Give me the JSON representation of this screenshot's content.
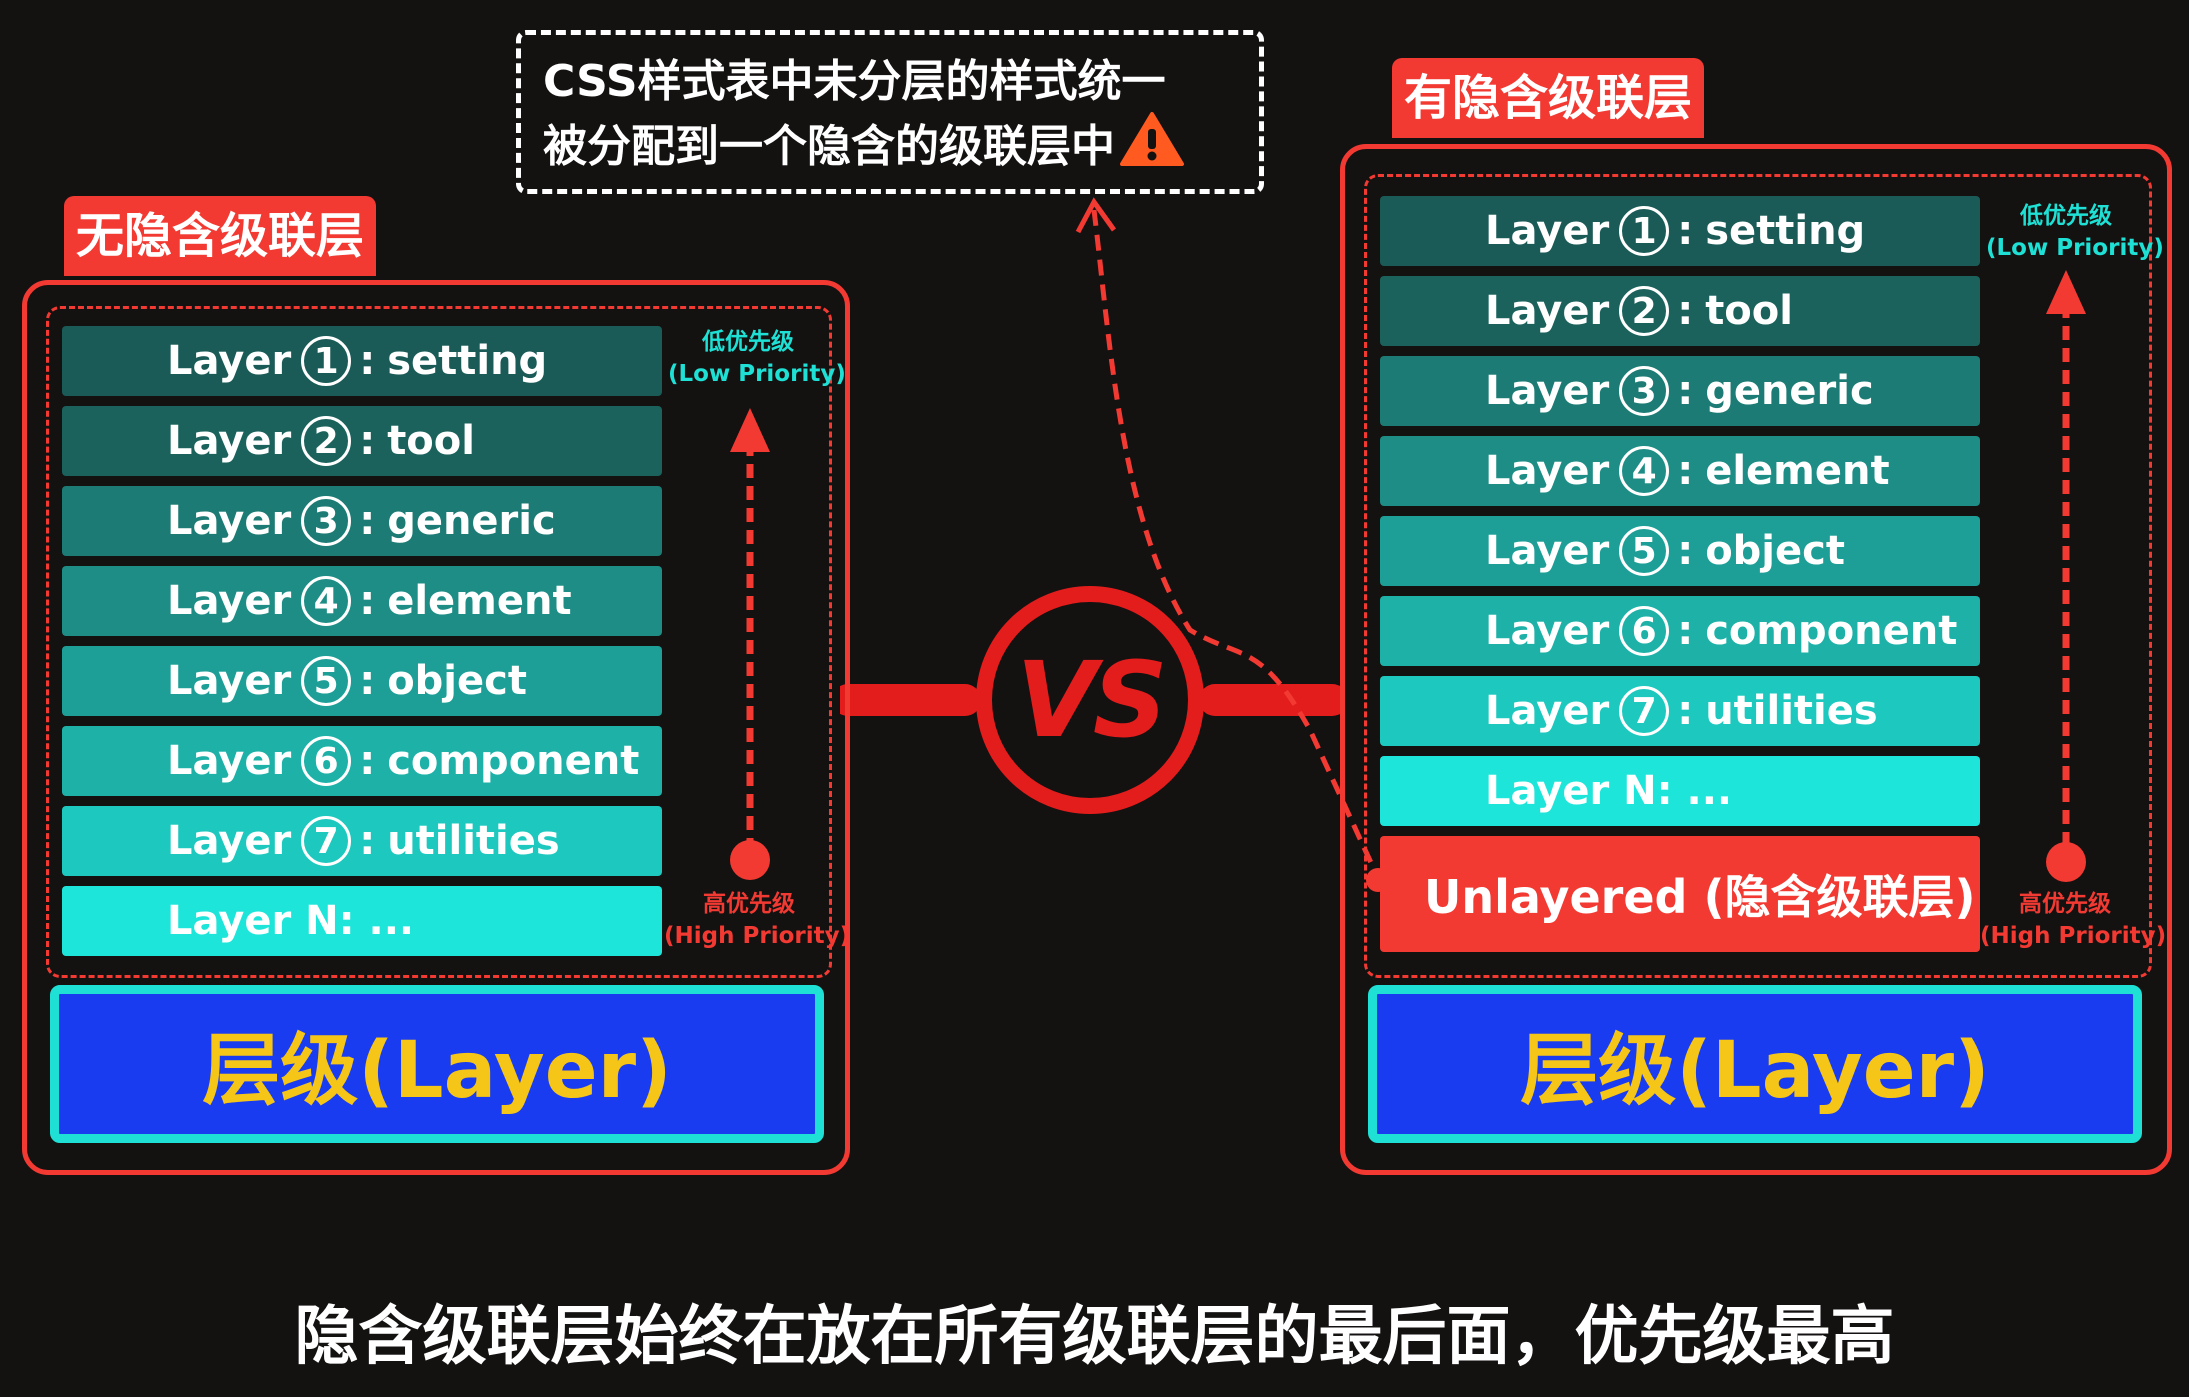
{
  "left": {
    "tag": "无隐含级联层",
    "layers": [
      {
        "prefix": "Layer",
        "num": "1",
        "name": "setting"
      },
      {
        "prefix": "Layer",
        "num": "2",
        "name": "tool"
      },
      {
        "prefix": "Layer",
        "num": "3",
        "name": "generic"
      },
      {
        "prefix": "Layer",
        "num": "4",
        "name": "element"
      },
      {
        "prefix": "Layer",
        "num": "5",
        "name": "object"
      },
      {
        "prefix": "Layer",
        "num": "6",
        "name": "component"
      },
      {
        "prefix": "Layer",
        "num": "7",
        "name": "utilities"
      }
    ],
    "layer_n": "Layer N: ...",
    "base_label": "层级(Layer)"
  },
  "right": {
    "tag": "有隐含级联层",
    "layers": [
      {
        "prefix": "Layer",
        "num": "1",
        "name": "setting"
      },
      {
        "prefix": "Layer",
        "num": "2",
        "name": "tool"
      },
      {
        "prefix": "Layer",
        "num": "3",
        "name": "generic"
      },
      {
        "prefix": "Layer",
        "num": "4",
        "name": "element"
      },
      {
        "prefix": "Layer",
        "num": "5",
        "name": "object"
      },
      {
        "prefix": "Layer",
        "num": "6",
        "name": "component"
      },
      {
        "prefix": "Layer",
        "num": "7",
        "name": "utilities"
      }
    ],
    "layer_n": "Layer N: ...",
    "unlayered": "Unlayered (隐含级联层)",
    "base_label": "层级(Layer)"
  },
  "priority": {
    "low_cn": "低优先级",
    "low_en": "(Low Priority)",
    "high_cn": "高优先级",
    "high_en": "(High Priority)"
  },
  "vs": "VS",
  "note": {
    "line1": "CSS样式表中未分层的样式统一",
    "line2": "被分配到一个隐含的级联层中"
  },
  "caption": "隐含级联层始终在放在所有级联层的最后面，优先级最高",
  "colors": {
    "background": "#141111",
    "accent_red": "#f23a33",
    "cyan": "#1ee0d4",
    "blue": "#1a3cf0",
    "gold": "#f5c518",
    "layer_gradient": [
      "#1a5b57",
      "#1b625d",
      "#1c7b74",
      "#1d8d86",
      "#1d9f97",
      "#1db1a8",
      "#1dc8be",
      "#1ee5da"
    ]
  }
}
